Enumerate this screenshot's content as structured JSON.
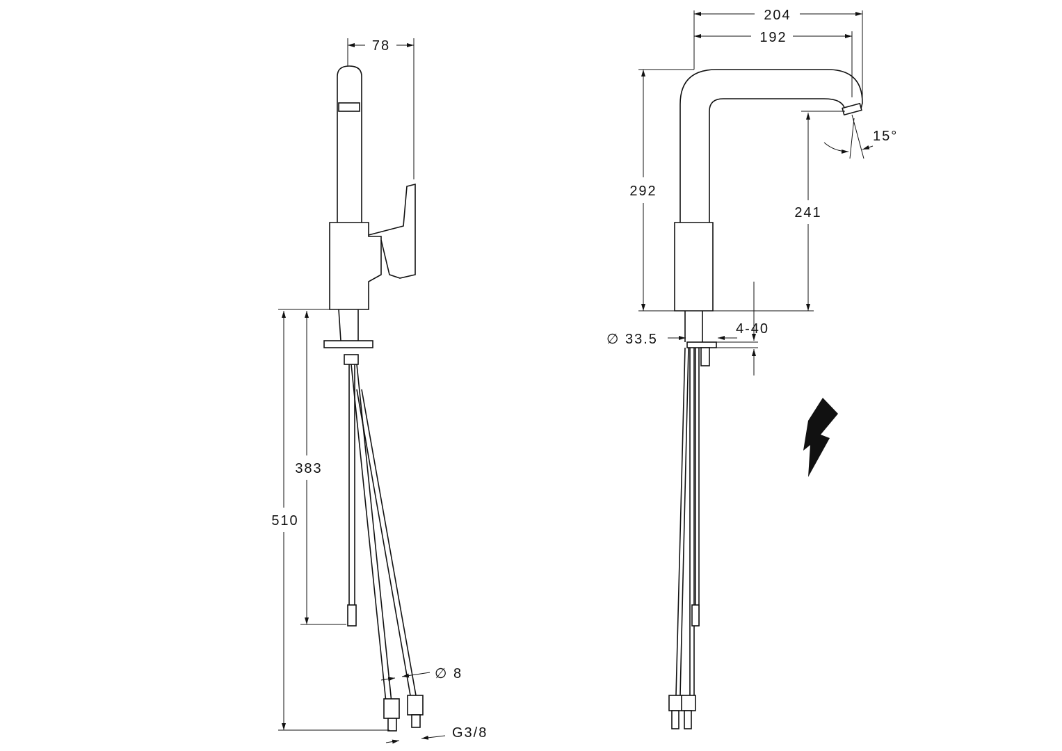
{
  "drawing": {
    "title_icons": [
      "lightning-bolt-icon"
    ],
    "side_view": {
      "width_label": "78",
      "height_label_hose": "383",
      "height_label_total": "510",
      "hose_diameter_label": "∅ 8",
      "thread_label": "G3/8"
    },
    "front_view": {
      "reach_outer_label": "204",
      "reach_inner_label": "192",
      "height_label": "292",
      "spout_height_label": "241",
      "angle_label": "15°",
      "base_diameter_label": "∅ 33.5",
      "deck_thickness_label": "4-40"
    }
  }
}
